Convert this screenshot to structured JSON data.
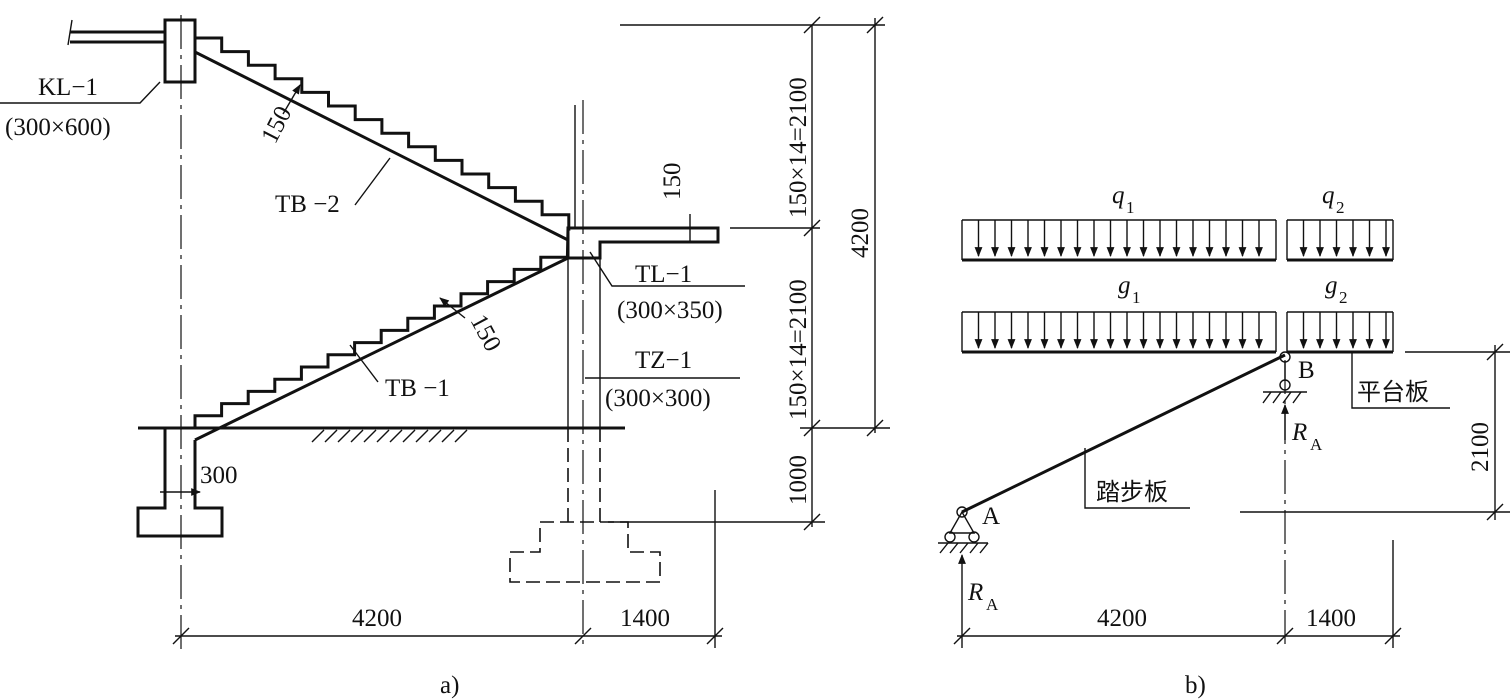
{
  "figure_a": {
    "caption": "a)",
    "kl1_name": "KL−1",
    "kl1_size": "(300×600)",
    "tb2": "TB −2",
    "tb1": "TB −1",
    "tl1_name": "TL−1",
    "tl1_size": "(300×350)",
    "tz1_name": "TZ−1",
    "tz1_size": "(300×300)",
    "thick_upper": "150",
    "thick_lower": "150",
    "landing_thick": "150",
    "wall_width": "300",
    "flight_height_upper": "150×14=2100",
    "flight_height_lower": "150×14=2100",
    "total_height": "4200",
    "foundation_depth": "1000",
    "span_main": "4200",
    "span_landing": "1400"
  },
  "figure_b": {
    "caption": "b)",
    "q1": "q",
    "q1_sub": "1",
    "q2": "q",
    "q2_sub": "2",
    "g1": "g",
    "g1_sub": "1",
    "g2": "g",
    "g2_sub": "2",
    "support_a": "A",
    "support_b": "B",
    "reaction": "R",
    "reaction_sub": "A",
    "reaction_b": "R",
    "reaction_b_sub": "A",
    "landing_label": "平台板",
    "stair_label": "踏步板",
    "height": "2100",
    "span_main": "4200",
    "span_landing": "1400"
  }
}
